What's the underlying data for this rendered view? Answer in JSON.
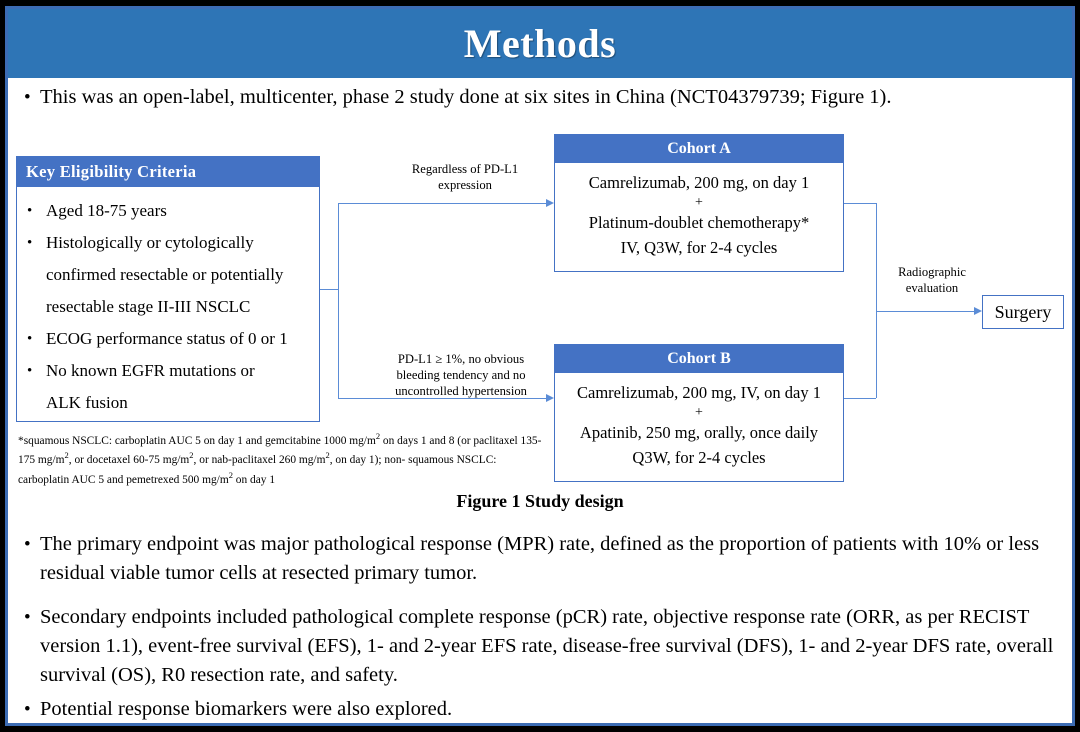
{
  "slide": {
    "title": "Methods",
    "lead_bullet": "This was an open-label, multicenter, phase 2 study done at six sites in China (NCT04379739; Figure 1).",
    "bullet_marker": "•"
  },
  "colors": {
    "title_banner": "#2E75B6",
    "box_header": "#4472C4",
    "connector": "#5B8CD6",
    "frame": "#3C6CB4",
    "background": "#000000",
    "canvas": "#FFFFFF"
  },
  "diagram": {
    "eligibility": {
      "header": "Key  Eligibility Criteria",
      "items": [
        "Aged 18-75 years",
        "Histologically or cytologically",
        "confirmed resectable or potentially",
        "resectable stage II-III  NSCLC",
        "ECOG performance status of 0 or 1",
        "No known EGFR mutations or",
        "ALK fusion"
      ],
      "bulleted": [
        true,
        true,
        false,
        false,
        true,
        true,
        false
      ]
    },
    "footnote": {
      "line1_a": "*squamous NSCLC: carboplatin AUC 5 on day 1 and gemcitabine 1000 mg/m",
      "line1_sup": "2",
      "line1_b": " on days 1 and 8 (or",
      "line2_a": "paclitaxel 135-175 mg/m",
      "line2_sup1": "2",
      "line2_b": ", or docetaxel 60-75 mg/m",
      "line2_sup2": "2",
      "line2_c": ", or nab-paclitaxel 260 mg/m",
      "line2_sup3": "2",
      "line2_d": ", on day 1); non-",
      "line3_a": "squamous NSCLC: carboplatin AUC 5 and pemetrexed 500 mg/m",
      "line3_sup": "2",
      "line3_b": " on day 1"
    },
    "cohort_a": {
      "header": "Cohort A",
      "line1": "Camrelizumab, 200 mg, on day 1",
      "plus": "+",
      "line2": "Platinum-doublet chemotherapy*",
      "line3": "IV, Q3W, for 2-4 cycles"
    },
    "cohort_b": {
      "header": "Cohort B",
      "line1": "Camrelizumab, 200 mg, IV, on day 1",
      "plus": "+",
      "line2": "Apatinib, 250 mg, orally, once daily",
      "line3": "Q3W, for 2-4 cycles"
    },
    "connector_labels": {
      "top_branch": "Regardless  of PD-L1\nexpression",
      "bottom_branch": "PD-L1 ≥ 1%, no obvious\nbleeding tendency and no\nuncontrolled  hypertension",
      "radiographic": "Radiographic\nevaluation"
    },
    "surgery": "Surgery",
    "caption": "Figure 1 Study design"
  },
  "endpoints": {
    "primary": "The primary endpoint was major pathological response (MPR) rate, defined as the proportion of patients with 10% or less residual viable tumor cells at resected primary tumor.",
    "secondary": "Secondary endpoints included pathological complete response (pCR) rate, objective response rate (ORR, as per RECIST version 1.1), event-free survival (EFS), 1- and 2-year EFS rate, disease-free survival (DFS), 1- and 2-year DFS rate, overall survival (OS), R0 resection rate, and safety.",
    "biomarkers": "Potential response biomarkers were also explored."
  }
}
